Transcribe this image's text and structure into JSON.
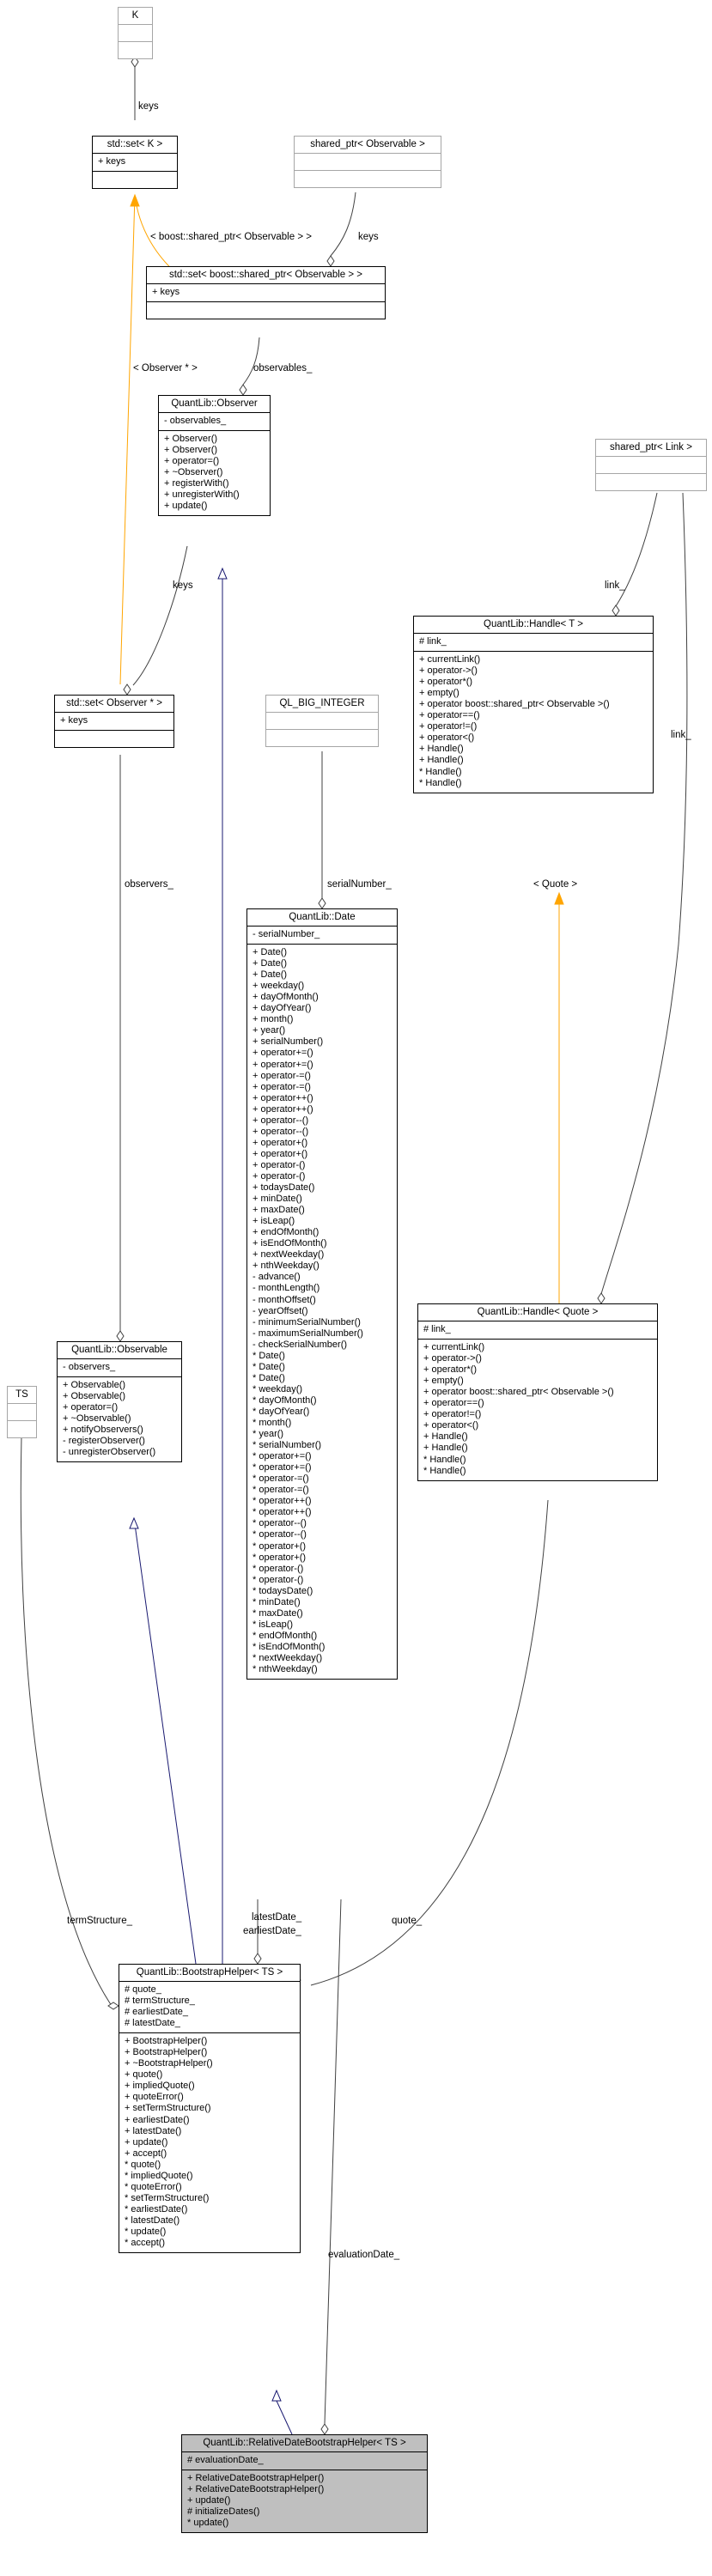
{
  "classes": [
    {
      "id": "K",
      "title": "K",
      "external": true,
      "attributes": [],
      "methods": []
    },
    {
      "id": "set_K",
      "title": "std::set< K >",
      "external": false,
      "attributes": [
        "+ keys"
      ],
      "methods": []
    },
    {
      "id": "sp_observable",
      "title": "shared_ptr< Observable >",
      "external": true,
      "attributes": [],
      "methods": []
    },
    {
      "id": "set_sp",
      "title": "std::set< boost::shared_ptr< Observable > >",
      "external": false,
      "attributes": [
        "+ keys"
      ],
      "methods": []
    },
    {
      "id": "observer",
      "title": "QuantLib::Observer",
      "external": false,
      "attributes": [
        "- observables_"
      ],
      "methods": [
        "+ Observer()",
        "+ Observer()",
        "+ operator=()",
        "+ ~Observer()",
        "+ registerWith()",
        "+ unregisterWith()",
        "+ update()"
      ]
    },
    {
      "id": "sp_link",
      "title": "shared_ptr< Link >",
      "external": true,
      "attributes": [],
      "methods": []
    },
    {
      "id": "handle_T",
      "title": "QuantLib::Handle< T >",
      "external": false,
      "attributes": [
        "# link_"
      ],
      "methods": [
        "+ currentLink()",
        "+ operator->()",
        "+ operator*()",
        "+ empty()",
        "+ operator boost::shared_ptr< Observable >()",
        "+ operator==()",
        "+ operator!=()",
        "+ operator<()",
        "+ Handle()",
        "+ Handle()",
        "* Handle()",
        "* Handle()"
      ]
    },
    {
      "id": "set_observer",
      "title": "std::set< Observer * >",
      "external": false,
      "attributes": [
        "+ keys"
      ],
      "methods": []
    },
    {
      "id": "ql_big",
      "title": "QL_BIG_INTEGER",
      "external": true,
      "attributes": [],
      "methods": []
    },
    {
      "id": "date",
      "title": "QuantLib::Date",
      "external": false,
      "attributes": [
        "- serialNumber_"
      ],
      "methods": [
        "+ Date()",
        "+ Date()",
        "+ Date()",
        "+ weekday()",
        "+ dayOfMonth()",
        "+ dayOfYear()",
        "+ month()",
        "+ year()",
        "+ serialNumber()",
        "+ operator+=()",
        "+ operator+=()",
        "+ operator-=()",
        "+ operator-=()",
        "+ operator++()",
        "+ operator++()",
        "+ operator--()",
        "+ operator--()",
        "+ operator+()",
        "+ operator+()",
        "+ operator-()",
        "+ operator-()",
        "+ todaysDate()",
        "+ minDate()",
        "+ maxDate()",
        "+ isLeap()",
        "+ endOfMonth()",
        "+ isEndOfMonth()",
        "+ nextWeekday()",
        "+ nthWeekday()",
        "- advance()",
        "- monthLength()",
        "- monthOffset()",
        "- yearOffset()",
        "- minimumSerialNumber()",
        "- maximumSerialNumber()",
        "- checkSerialNumber()",
        "* Date()",
        "* Date()",
        "* Date()",
        "* weekday()",
        "* dayOfMonth()",
        "* dayOfYear()",
        "* month()",
        "* year()",
        "* serialNumber()",
        "* operator+=()",
        "* operator+=()",
        "* operator-=()",
        "* operator-=()",
        "* operator++()",
        "* operator++()",
        "* operator--()",
        "* operator--()",
        "* operator+()",
        "* operator+()",
        "* operator-()",
        "* operator-()",
        "* todaysDate()",
        "* minDate()",
        "* maxDate()",
        "* isLeap()",
        "* endOfMonth()",
        "* isEndOfMonth()",
        "* nextWeekday()",
        "* nthWeekday()"
      ]
    },
    {
      "id": "handle_quote",
      "title": "QuantLib::Handle< Quote >",
      "external": false,
      "attributes": [
        "# link_"
      ],
      "methods": [
        "+ currentLink()",
        "+ operator->()",
        "+ operator*()",
        "+ empty()",
        "+ operator boost::shared_ptr< Observable >()",
        "+ operator==()",
        "+ operator!=()",
        "+ operator<()",
        "+ Handle()",
        "+ Handle()",
        "* Handle()",
        "* Handle()"
      ]
    },
    {
      "id": "observable",
      "title": "QuantLib::Observable",
      "external": false,
      "attributes": [
        "- observers_"
      ],
      "methods": [
        "+ Observable()",
        "+ Observable()",
        "+ operator=()",
        "+ ~Observable()",
        "+ notifyObservers()",
        "- registerObserver()",
        "- unregisterObserver()"
      ]
    },
    {
      "id": "TS",
      "title": "TS",
      "external": true,
      "attributes": [],
      "methods": []
    },
    {
      "id": "bootstrap",
      "title": "QuantLib::BootstrapHelper< TS >",
      "external": false,
      "attributes": [
        "# quote_",
        "# termStructure_",
        "# earliestDate_",
        "# latestDate_"
      ],
      "methods": [
        "+ BootstrapHelper()",
        "+ BootstrapHelper()",
        "+ ~BootstrapHelper()",
        "+ quote()",
        "+ impliedQuote()",
        "+ quoteError()",
        "+ setTermStructure()",
        "+ earliestDate()",
        "+ latestDate()",
        "+ update()",
        "+ accept()",
        "* quote()",
        "* impliedQuote()",
        "* quoteError()",
        "* setTermStructure()",
        "* earliestDate()",
        "* latestDate()",
        "* update()",
        "* accept()"
      ]
    },
    {
      "id": "relative",
      "title": "QuantLib::RelativeDateBootstrapHelper< TS >",
      "external": false,
      "main": true,
      "attributes": [
        "# evaluationDate_"
      ],
      "methods": [
        "+ RelativeDateBootstrapHelper()",
        "+ RelativeDateBootstrapHelper()",
        "+ update()",
        "# initializeDates()",
        "* update()"
      ]
    }
  ],
  "edge_labels": {
    "keys_K": "keys",
    "tmpl_sp": "< boost::shared_ptr< Observable > >",
    "keys_sp": "keys",
    "observables": "observables_",
    "tmpl_observer": "< Observer * >",
    "keys_obs": "keys",
    "link_handle": "link_",
    "link_quote": "link_",
    "tmpl_quote": "< Quote >",
    "serialNumber": "serialNumber_",
    "observers": "observers_",
    "termStructure": "termStructure_",
    "latestDate": "latestDate_",
    "earliestDate": "earliestDate_",
    "quote": "quote_",
    "evaluationDate": "evaluationDate_"
  },
  "colors": {
    "inheritance": "#191970",
    "template": "#ffa500",
    "usage": "#404040",
    "main_fill": "#bfbfbf",
    "external_border": "#a6a6a6"
  }
}
